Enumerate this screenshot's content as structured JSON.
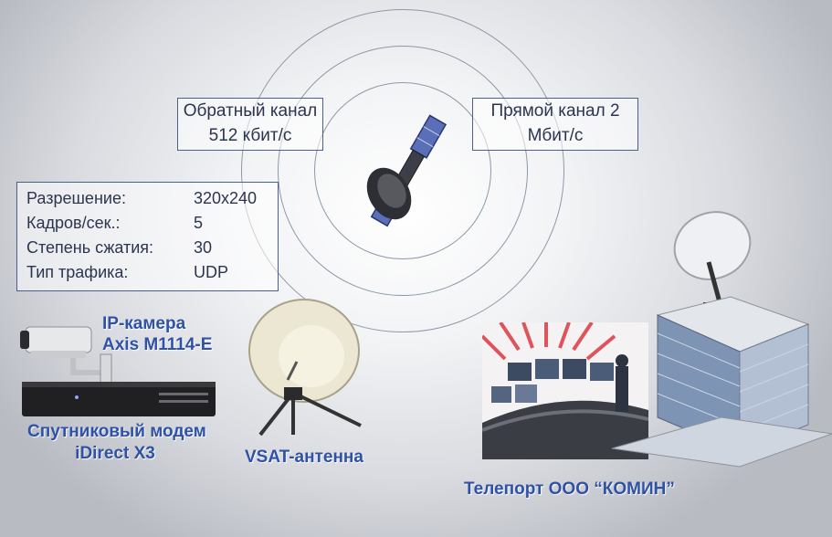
{
  "reverse_channel": {
    "line1": "Обратный канал",
    "line2": "512 кбит/с"
  },
  "forward_channel": {
    "line1": "Прямой канал 2",
    "line2": "Мбит/с"
  },
  "camera_specs": [
    {
      "label": "Разрешение:",
      "value": "320x240"
    },
    {
      "label": "Кадров/сек.:",
      "value": "5"
    },
    {
      "label": "Степень сжатия:",
      "value": "30"
    },
    {
      "label": "Тип трафика:",
      "value": "UDP"
    }
  ],
  "camera_label": {
    "line1": "IP-камера",
    "line2": "Axis M1114-E"
  },
  "modem_label": {
    "line1": "Спутниковый модем",
    "line2": "iDirect X3"
  },
  "antenna_label": "VSAT-антенна",
  "teleport_label": "Телепорт ООО “КОМИН”",
  "colors": {
    "label_blue": "#2f52a6",
    "box_border": "#4a5f8a",
    "text_dark": "#2b3550"
  },
  "icons": [
    "satellite-icon",
    "ip-camera-icon",
    "satellite-modem-icon",
    "vsat-antenna-icon",
    "control-room-image",
    "teleport-building-icon"
  ]
}
